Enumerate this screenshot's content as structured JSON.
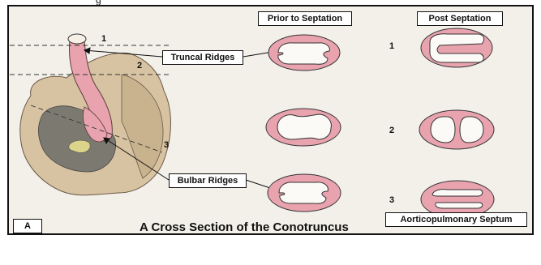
{
  "figure": {
    "top_fragment": "g",
    "panel_letter": "A",
    "caption": "A Cross Section of the Conotruncus",
    "column_headers": {
      "prior": "Prior to Septation",
      "post": "Post Septation"
    },
    "level_numbers_heart": [
      "1",
      "2",
      "3"
    ],
    "level_numbers_rows": [
      "1",
      "2",
      "3"
    ],
    "callouts": {
      "truncal_ridges": "Truncal Ridges",
      "bulbar_ridges": "Bulbar Ridges",
      "aorticopulmonary_septum": "Aorticopulmonary Septum"
    }
  },
  "colors": {
    "frame_bg": "#f3f0ea",
    "tissue_pink": "#e8a3ae",
    "tissue_pink_light": "#f3c8cf",
    "heart_beige": "#d7c3a2",
    "heart_shadow": "#7c7a70",
    "outline": "#222222"
  }
}
